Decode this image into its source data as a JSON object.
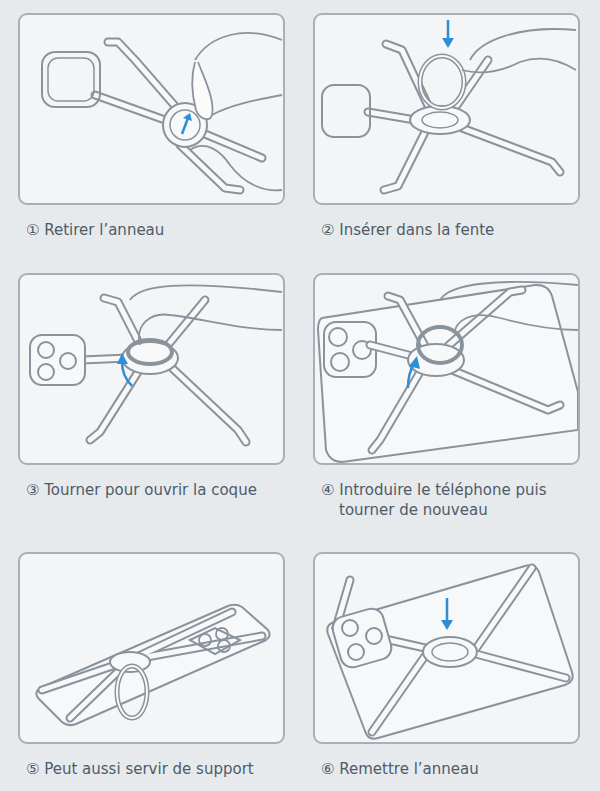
{
  "diagram": {
    "nodes": [
      {
        "text": [
          "① Retirer l’anneau"
        ]
      },
      {
        "text": [
          "② Insérer dans la fente"
        ]
      },
      {
        "text": [
          "③ Tourner pour ouvrir la coque"
        ]
      },
      {
        "text": [
          "④ Introduire le téléphone puis tourner de nouveau"
        ]
      },
      {
        "text": [
          "⑤ Peut aussi servir de support"
        ]
      },
      {
        "text": [
          "⑥ Remettre l’anneau"
        ]
      }
    ]
  }
}
